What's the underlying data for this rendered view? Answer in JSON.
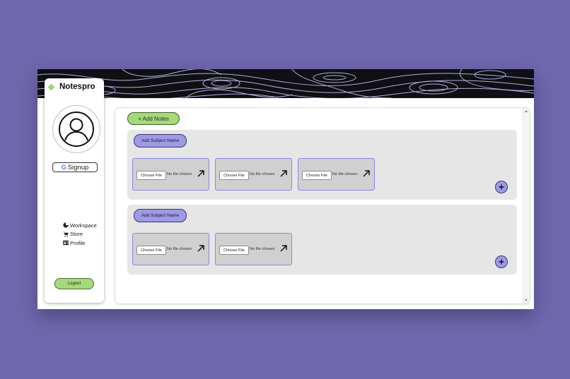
{
  "brand": {
    "name": "Notespro",
    "diamond_color": "#9bdc6a"
  },
  "sidebar": {
    "signup_g": "G",
    "signup_label": "Signup",
    "nav": [
      {
        "label": "Workspace",
        "icon": "pie-chart-icon"
      },
      {
        "label": "Store",
        "icon": "cart-icon"
      },
      {
        "label": "Profile",
        "icon": "id-card-icon"
      }
    ],
    "logout_label": "Logout"
  },
  "main": {
    "add_notes_label": "+ Add Notes",
    "subjects": [
      {
        "button_label": "Add Subject Name",
        "files": [
          {
            "choose_label": "Choose File",
            "status": "No file chosen"
          },
          {
            "choose_label": "Choose File",
            "status": "No file chosen"
          },
          {
            "choose_label": "Choose File",
            "status": "No file chosen"
          }
        ]
      },
      {
        "button_label": "Add Subject Name",
        "files": [
          {
            "choose_label": "Choose File",
            "status": "No file chosen"
          },
          {
            "choose_label": "Choose File",
            "status": "No file chosen"
          }
        ]
      }
    ]
  },
  "colors": {
    "background": "#6f68ac",
    "accent_green": "#a6d97a",
    "accent_purple": "#9f9ae6",
    "file_border": "#8a86e4",
    "banner": "#0f0f14"
  }
}
